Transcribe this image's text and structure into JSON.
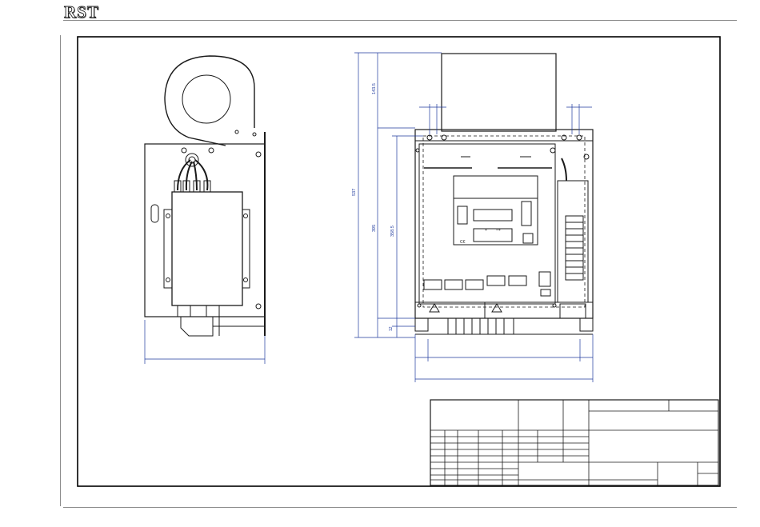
{
  "header": {
    "brand": "RST"
  },
  "dimensions": {
    "overall_height": "537",
    "top_section": "143.5",
    "inner_height": "395",
    "mount_height": "358.5",
    "bottom_gap": "12"
  },
  "colors": {
    "line": "#1a1a1a",
    "dimension": "#1f3a9e",
    "frame": "#000000",
    "rule": "#8c8c8c"
  },
  "icons": [
    "warning-icon",
    "ce-mark-icon",
    "fan-icon"
  ]
}
